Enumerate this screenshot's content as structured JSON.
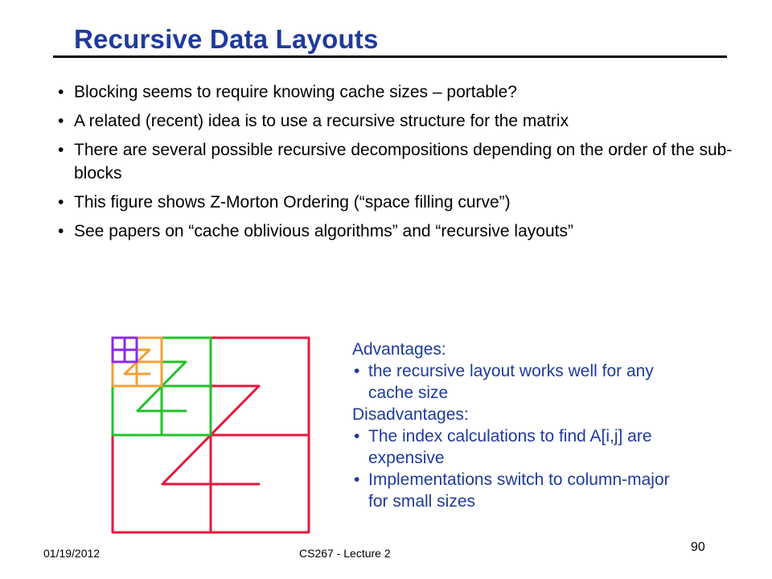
{
  "slide": {
    "title": "Recursive Data Layouts",
    "bullets": [
      "Blocking seems to require knowing cache sizes – portable?",
      "A related (recent) idea is to use a recursive structure for the matrix",
      "There are several possible recursive decompositions depending on the order of the sub-blocks",
      "This figure shows Z-Morton Ordering (“space filling curve”)",
      "See papers on “cache oblivious algorithms” and “recursive layouts”"
    ],
    "advantages_heading": "Advantages:",
    "advantages": [
      "the recursive layout works well for any cache size"
    ],
    "disadvantages_heading": "Disadvantages:",
    "disadvantages": [
      "The index calculations to find A[i,j] are expensive",
      "Implementations switch to column-major for small sizes"
    ]
  },
  "figure": {
    "levels": [
      "level-1",
      "level-2",
      "level-3",
      "level-4"
    ],
    "colors": {
      "level-1": "#e8163c",
      "level-2": "#22c22a",
      "level-3": "#f2a03c",
      "level-4": "#8a2be2"
    }
  },
  "footer": {
    "date": "01/19/2012",
    "course": "CS267 - Lecture 2",
    "page": "90"
  },
  "theme": {
    "title_color": "#1f3a9e",
    "text_color": "#000000"
  }
}
